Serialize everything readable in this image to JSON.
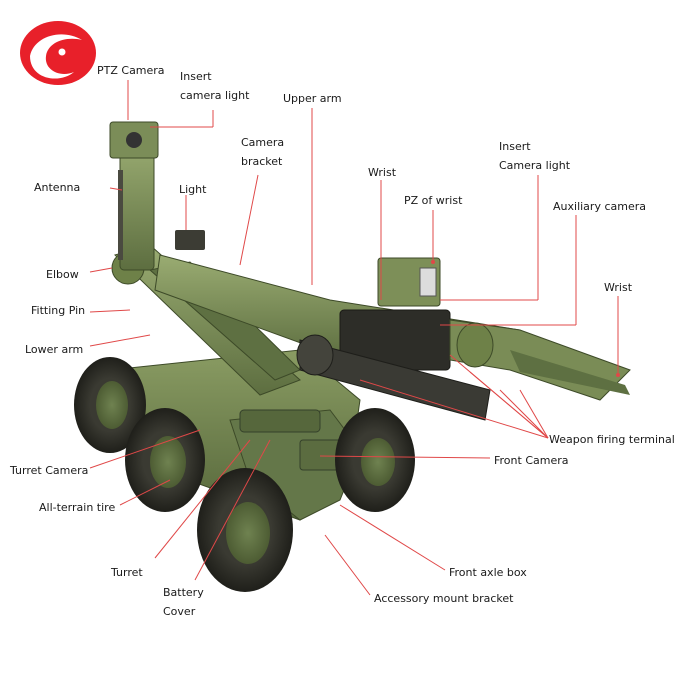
{
  "logo": {
    "name": "red-swirl-logo",
    "colors": {
      "primary": "#e8202a",
      "highlight": "#ffffff"
    }
  },
  "colors": {
    "body_green": "#6b7f4a",
    "body_dark": "#4b5a33",
    "tire": "#2a2a24",
    "leader": "#e04848"
  },
  "labels": {
    "ptz_camera": "PTZ Camera",
    "insert_camera_light_1": {
      "line1": "Insert",
      "line2": "camera light"
    },
    "upper_arm": "Upper arm",
    "camera_bracket": {
      "line1": "Camera",
      "line2": "bracket"
    },
    "insert_camera_light_2": {
      "line1": "Insert",
      "line2": "Camera light"
    },
    "antenna": "Antenna",
    "light": "Light",
    "wrist_top": "Wrist",
    "pz_of_wrist": "PZ of wrist",
    "auxiliary_camera": "Auxiliary camera",
    "elbow": "Elbow",
    "wrist_right": "Wrist",
    "fitting_pin": "Fitting Pin",
    "lower_arm": "Lower arm",
    "weapon_firing_terminal": "Weapon firing terminal",
    "turret_camera": "Turret Camera",
    "front_camera": "Front Camera",
    "all_terrain_tire": "All-terrain tire",
    "turret": "Turret",
    "front_axle_box": "Front axle box",
    "battery_cover": {
      "line1": "Battery",
      "line2": "Cover"
    },
    "accessory_mount_bracket": "Accessory mount bracket"
  }
}
